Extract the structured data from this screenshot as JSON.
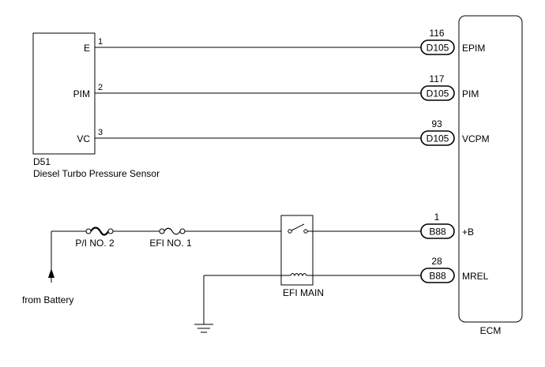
{
  "sensor": {
    "code": "D51",
    "name": "Diesel Turbo Pressure Sensor",
    "pins": [
      {
        "num": "1",
        "label": "E"
      },
      {
        "num": "2",
        "label": "PIM"
      },
      {
        "num": "3",
        "label": "VC"
      }
    ]
  },
  "ecm": {
    "label": "ECM",
    "terminals": [
      {
        "pin": "116",
        "connector": "D105",
        "name": "EPIM"
      },
      {
        "pin": "117",
        "connector": "D105",
        "name": "PIM"
      },
      {
        "pin": "93",
        "connector": "D105",
        "name": "VCPM"
      },
      {
        "pin": "1",
        "connector": "B88",
        "name": "+B"
      },
      {
        "pin": "28",
        "connector": "B88",
        "name": "MREL"
      }
    ]
  },
  "power": {
    "source_label": "from Battery",
    "fuse1": "P/I NO. 2",
    "fuse2": "EFI NO. 1",
    "relay": "EFI MAIN"
  }
}
